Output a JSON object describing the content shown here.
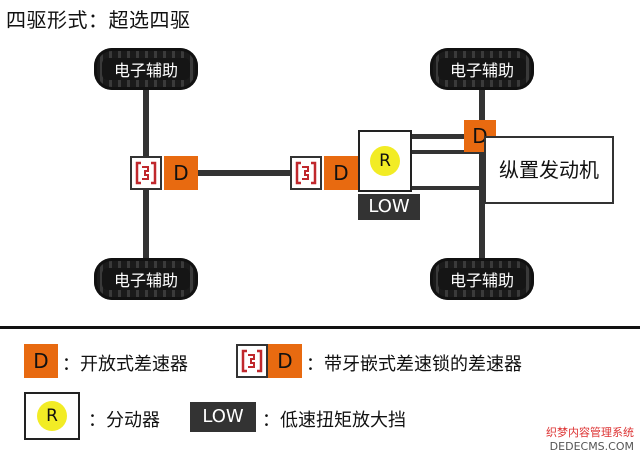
{
  "title": "四驱形式：超选四驱",
  "wheel_label": "电子辅助",
  "diff_letter": "D",
  "transfer_letter": "R",
  "low_label": "LOW",
  "engine_label": "纵置发动机",
  "legend": {
    "open_diff": "：开放式差速器",
    "locking_diff": "：带牙嵌式差速锁的差速器",
    "transfer_case": "：分动器",
    "low_range": "：低速扭矩放大挡"
  },
  "watermark": {
    "line1": "织梦内容管理系统",
    "line2": "DEDECMS.COM"
  },
  "colors": {
    "diff_orange": "#e86a10",
    "transfer_yellow": "#f2ec25",
    "lock_red": "#c0282d",
    "low_gray": "#333333"
  }
}
